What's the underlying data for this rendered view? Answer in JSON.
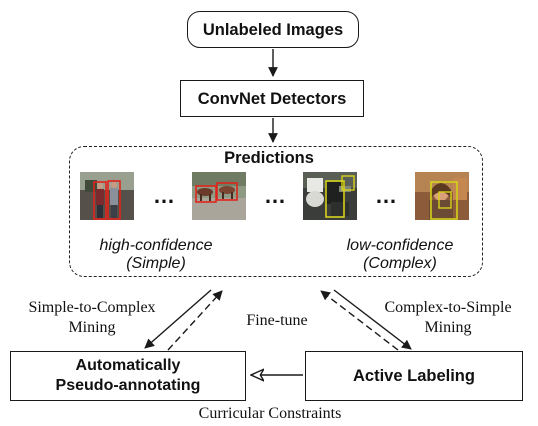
{
  "nodes": {
    "unlabeled_images": "Unlabeled Images",
    "convnet_detectors": "ConvNet Detectors",
    "predictions": "Predictions",
    "auto_line1": "Automatically",
    "auto_line2": "Pseudo-annotating",
    "active_labeling": "Active Labeling"
  },
  "confidence": {
    "high_line1": "high-confidence",
    "high_line2": "(Simple)",
    "low_line1": "low-confidence",
    "low_line2": "(Complex)"
  },
  "ellipsis": "…",
  "edges": {
    "s2c_line1": "Simple-to-Complex",
    "s2c_line2": "Mining",
    "finetune": "Fine-tune",
    "c2s_line1": "Complex-to-Simple",
    "c2s_line2": "Mining",
    "curricular": "Curricular Constraints"
  },
  "colors": {
    "high_confidence_box": "#e0241b",
    "low_confidence_box": "#d6d21a"
  }
}
